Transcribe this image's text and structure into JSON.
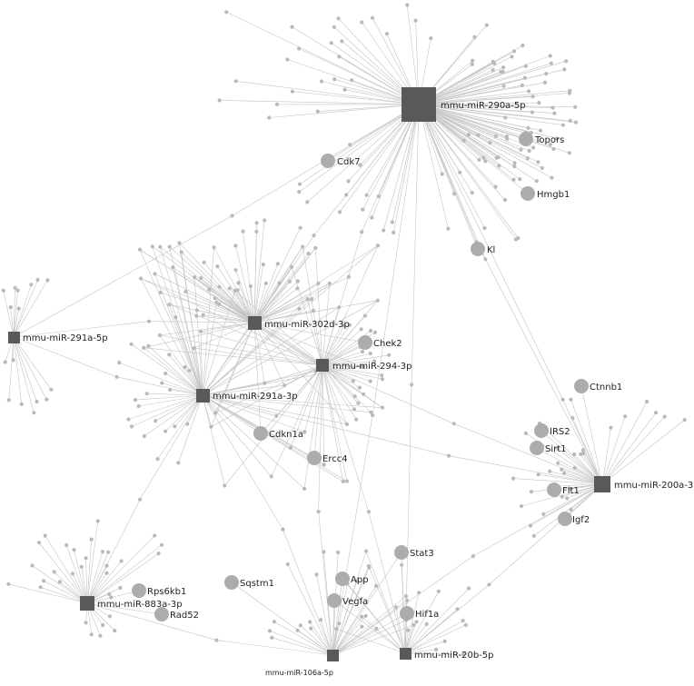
{
  "colors": {
    "edge": "#c4c4c4",
    "leaf_node": "#b9b9b9",
    "mirna_node": "#595959",
    "gene_node": "#acacac",
    "label": "#222222",
    "background": "#ffffff"
  },
  "mirnas": [
    {
      "id": "m290",
      "label": "mmu-miR-290a-5p"
    },
    {
      "id": "m302",
      "label": "mmu-miR-302d-3p"
    },
    {
      "id": "m294",
      "label": "mmu-miR-294-3p"
    },
    {
      "id": "m291a3",
      "label": "mmu-miR-291a-3p"
    },
    {
      "id": "m291a5",
      "label": "mmu-miR-291a-5p"
    },
    {
      "id": "m200",
      "label": "mmu-miR-200a-3p"
    },
    {
      "id": "m883",
      "label": "mmu-miR-883a-3p"
    },
    {
      "id": "m106",
      "label": "mmu-miR-106a-5p"
    },
    {
      "id": "m20b",
      "label": "mmu-miR-20b-5p"
    }
  ],
  "genes": [
    {
      "id": "topors",
      "label": "Topors",
      "mirnas": [
        "m290"
      ]
    },
    {
      "id": "cdk7",
      "label": "Cdk7",
      "mirnas": [
        "m290"
      ]
    },
    {
      "id": "hmgb1",
      "label": "Hmgb1",
      "mirnas": [
        "m290"
      ]
    },
    {
      "id": "kl",
      "label": "Kl",
      "mirnas": [
        "m290"
      ]
    },
    {
      "id": "chek2",
      "label": "Chek2",
      "mirnas": [
        "m302",
        "m294"
      ]
    },
    {
      "id": "cdkn1a",
      "label": "Cdkn1a",
      "mirnas": [
        "m291a3",
        "m302",
        "m294"
      ]
    },
    {
      "id": "ercc4",
      "label": "Ercc4",
      "mirnas": [
        "m291a3",
        "m294"
      ]
    },
    {
      "id": "ctnnb1",
      "label": "Ctnnb1",
      "mirnas": [
        "m200"
      ]
    },
    {
      "id": "irs2",
      "label": "IRS2",
      "mirnas": [
        "m200"
      ]
    },
    {
      "id": "sirt1",
      "label": "Sirt1",
      "mirnas": [
        "m200"
      ]
    },
    {
      "id": "flt1",
      "label": "Flt1",
      "mirnas": [
        "m200"
      ]
    },
    {
      "id": "igf2",
      "label": "Igf2",
      "mirnas": [
        "m200"
      ]
    },
    {
      "id": "stat3",
      "label": "Stat3",
      "mirnas": [
        "m106",
        "m20b"
      ]
    },
    {
      "id": "app",
      "label": "App",
      "mirnas": [
        "m106",
        "m20b"
      ]
    },
    {
      "id": "vegfa",
      "label": "Vegfa",
      "mirnas": [
        "m106",
        "m20b"
      ]
    },
    {
      "id": "hif1a",
      "label": "Hif1a",
      "mirnas": [
        "m106",
        "m20b"
      ]
    },
    {
      "id": "sqstm1",
      "label": "Sqstm1",
      "mirnas": [
        "m106"
      ]
    },
    {
      "id": "rps6kb1",
      "label": "Rps6kb1",
      "mirnas": [
        "m883"
      ]
    },
    {
      "id": "rad52",
      "label": "Rad52",
      "mirnas": [
        "m883"
      ]
    }
  ]
}
